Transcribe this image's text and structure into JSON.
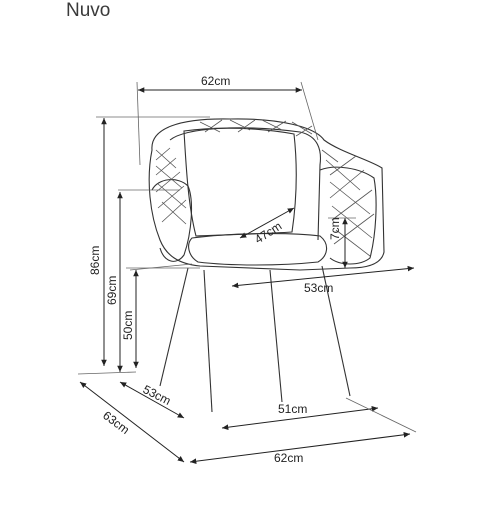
{
  "product": {
    "name": "Nuvo"
  },
  "dimensions": {
    "top_width": "62cm",
    "total_height": "86cm",
    "armrest_height": "69cm",
    "seat_height": "50cm",
    "seat_depth_diag": "47cm",
    "backrest_cushion": "7cm",
    "seat_width": "53cm",
    "legs_depth": "53cm",
    "legs_width": "51cm",
    "total_depth": "63cm",
    "bottom_width": "62cm"
  },
  "colors": {
    "line": "#222222",
    "text": "#222222",
    "background": "#ffffff"
  }
}
